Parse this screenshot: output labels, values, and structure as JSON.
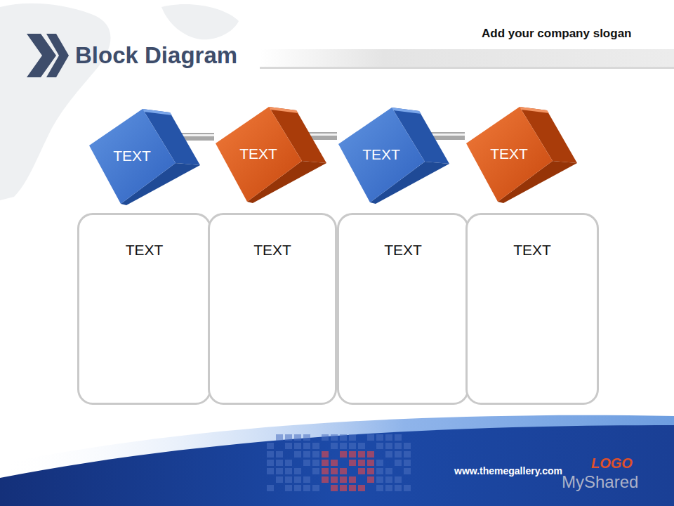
{
  "diagram": {
    "title": "Block Diagram",
    "nodes": [
      {
        "text": [
          "TEXT"
        ]
      },
      {
        "text": [
          "TEXT"
        ]
      },
      {
        "text": [
          "TEXT"
        ]
      },
      {
        "text": [
          "TEXT"
        ]
      },
      {
        "text": [
          "TEXT"
        ]
      },
      {
        "text": [
          "TEXT"
        ]
      },
      {
        "text": [
          "TEXT"
        ]
      },
      {
        "text": [
          "TEXT"
        ]
      }
    ],
    "edges": [
      {
        "from": 0,
        "to": 1,
        "arrow": "none"
      },
      {
        "from": 1,
        "to": 2,
        "arrow": "none"
      },
      {
        "from": 2,
        "to": 3,
        "arrow": "none"
      }
    ],
    "labels": [
      "Add your company slogan",
      "www.themegallery.com",
      "LOGO",
      "MyShared"
    ]
  }
}
